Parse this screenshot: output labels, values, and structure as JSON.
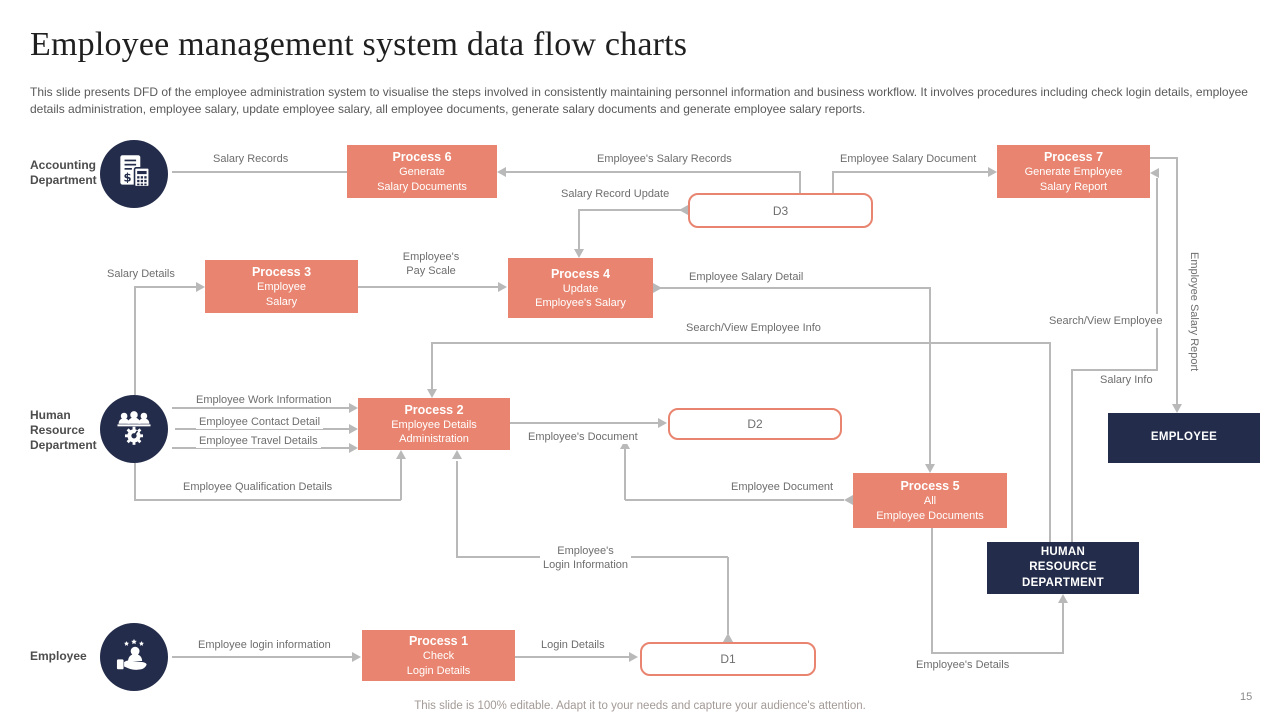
{
  "slide": {
    "title": "Employee management system data flow charts",
    "description": "This slide presents DFD of the employee administration system to visualise the steps involved in consistently maintaining personnel information and business workflow. It involves procedures including check login details, employee details administration, employee salary, update employee salary, all employee documents, generate salary documents and generate employee salary reports.",
    "footer": "This slide is 100% editable. Adapt it to your needs and capture your audience's attention.",
    "page_number": "15"
  },
  "colors": {
    "accent": "#e8846f",
    "navy": "#232c4a",
    "line": "#b9b9b9"
  },
  "entities": {
    "accounting": {
      "label": "Accounting\nDepartment",
      "icon": "invoice-calculator-icon"
    },
    "hr": {
      "label": "Human\nResource\nDepartment",
      "icon": "team-gear-icon"
    },
    "employee": {
      "label": "Employee",
      "icon": "hand-person-icon"
    }
  },
  "processes": {
    "p1": {
      "title": "Process 1",
      "subtitle": "Check\nLogin Details"
    },
    "p2": {
      "title": "Process 2",
      "subtitle": "Employee Details\nAdministration"
    },
    "p3": {
      "title": "Process 3",
      "subtitle": "Employee\nSalary"
    },
    "p4": {
      "title": "Process 4",
      "subtitle": "Update\nEmployee's Salary"
    },
    "p5": {
      "title": "Process 5",
      "subtitle": "All\nEmployee Documents"
    },
    "p6": {
      "title": "Process 6",
      "subtitle": "Generate\nSalary Documents"
    },
    "p7": {
      "title": "Process 7",
      "subtitle": "Generate Employee\nSalary Report"
    }
  },
  "datastores": {
    "d1": "D1",
    "d2": "D2",
    "d3": "D3"
  },
  "terminators": {
    "employee": "EMPLOYEE",
    "hrd": "HUMAN\nRESOURCE\nDEPARTMENT"
  },
  "flows": {
    "salary_records": "Salary Records",
    "employees_salary_records": "Employee's  Salary Records",
    "employee_salary_document": "Employee  Salary Document",
    "salary_record_update": "Salary Record Update",
    "employee_salary_report": "Employee  Salary Report",
    "search_view_employee": "Search/View Employee",
    "salary_info": "Salary Info",
    "search_view_employee_info": "Search/View Employee Info",
    "salary_details": "Salary Details",
    "employees_pay_scale": "Employee's\nPay Scale",
    "employee_work_information": "Employee  Work Information",
    "employee_contact_detail": "Employee  Contact Detail",
    "employee_travel_details": "Employee  Travel Details",
    "employee_qualification_details": "Employee  Qualification Details",
    "employees_document": "Employee's  Document",
    "employee_document": "Employee  Document",
    "employee_salary_detail": "Employee  Salary Detail",
    "employees_details": "Employee's  Details",
    "employees_login_information": "Employee's\nLogin Information",
    "employee_login_information": "Employee  login information",
    "login_details": "Login Details"
  }
}
